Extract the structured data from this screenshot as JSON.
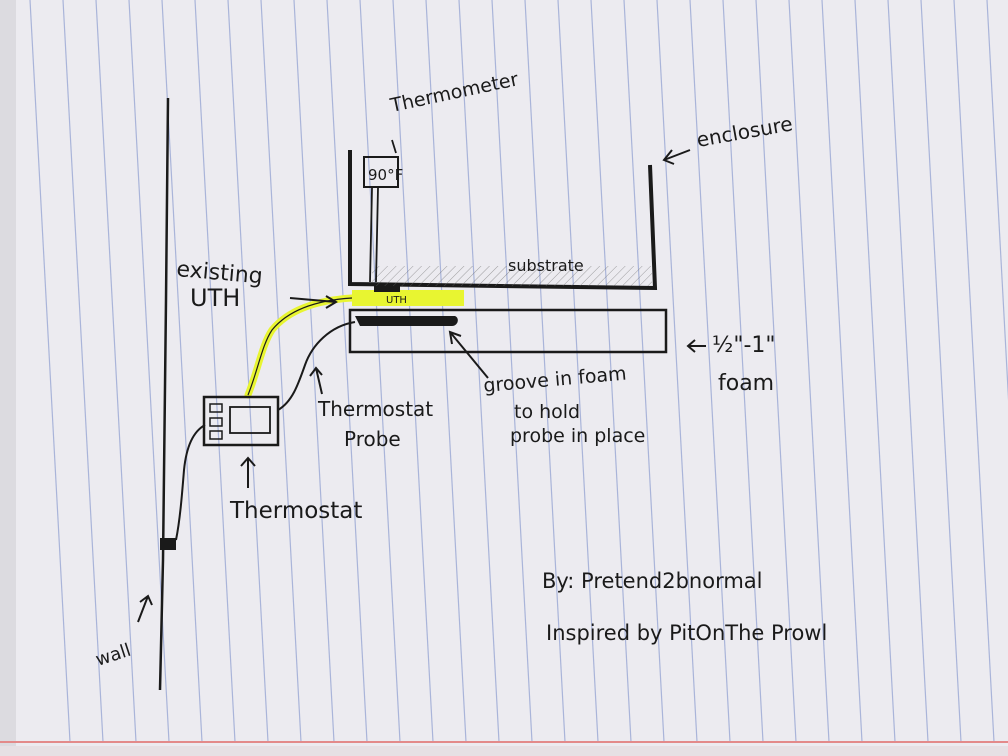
{
  "labels": {
    "thermometer": "Thermometer",
    "thermometer_reading": "90°F",
    "enclosure": "enclosure",
    "substrate": "substrate",
    "existing": "existing",
    "uth": "UTH",
    "uth_pad": "UTH",
    "foam_size": "½\"-1\"",
    "foam": "foam",
    "groove_line1": "groove in foam",
    "groove_line2": "to hold",
    "groove_line3": "probe in place",
    "probe_line1": "Thermostat",
    "probe_line2": "Probe",
    "thermostat": "Thermostat",
    "wall": "wall",
    "credit_line1": "By: Pretend2bnormal",
    "credit_line2": "Inspired by  PitOnThe Prowl"
  },
  "colors": {
    "paper": "#ecebf0",
    "rule_lines": "#a9b4d9",
    "margin_line": "#e38a8a",
    "ink": "#1a1a1a",
    "highlighter": "#e8f531"
  }
}
